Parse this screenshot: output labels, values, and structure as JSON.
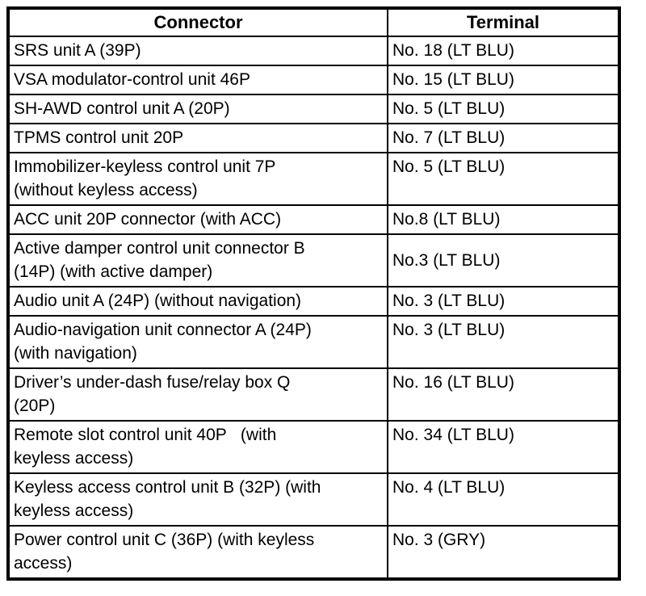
{
  "page": {
    "background": "#ffffff",
    "text_color": "#000000",
    "border_color": "#000000"
  },
  "table": {
    "headers": {
      "connector": "Connector",
      "terminal": "Terminal"
    },
    "rows": [
      {
        "connector": "SRS unit A (39P)",
        "terminal": "No. 18 (LT BLU)"
      },
      {
        "connector": "VSA modulator-control unit 46P",
        "terminal": "No. 15 (LT BLU)"
      },
      {
        "connector": "SH-AWD control unit A (20P)",
        "terminal": "No. 5 (LT BLU)"
      },
      {
        "connector": "TPMS control unit 20P",
        "terminal": "No. 7 (LT BLU)"
      },
      {
        "connector": "Immobilizer-keyless control unit 7P\n(without keyless access)",
        "terminal": "No. 5 (LT BLU)"
      },
      {
        "connector": "ACC unit 20P connector (with ACC)",
        "terminal": "No.8 (LT BLU)"
      },
      {
        "connector": "Active damper control unit connector B\n(14P) (with active damper)",
        "terminal": "No.3 (LT BLU)"
      },
      {
        "connector": "Audio unit A (24P) (without navigation)",
        "terminal": "No. 3 (LT BLU)"
      },
      {
        "connector": "Audio-navigation unit connector A (24P)\n(with navigation)",
        "terminal": "No. 3 (LT BLU)"
      },
      {
        "connector": "Driver’s under-dash fuse/relay box Q\n(20P)",
        "terminal": "No. 16 (LT BLU)"
      },
      {
        "connector": "Remote slot control unit 40P   (with\nkeyless access)",
        "terminal": "No. 34 (LT BLU)"
      },
      {
        "connector": "Keyless access control unit B (32P) (with\nkeyless access)",
        "terminal": "No. 4 (LT BLU)"
      },
      {
        "connector": "Power control unit C (36P) (with keyless\naccess)",
        "terminal": "No. 3 (GRY)"
      }
    ]
  }
}
